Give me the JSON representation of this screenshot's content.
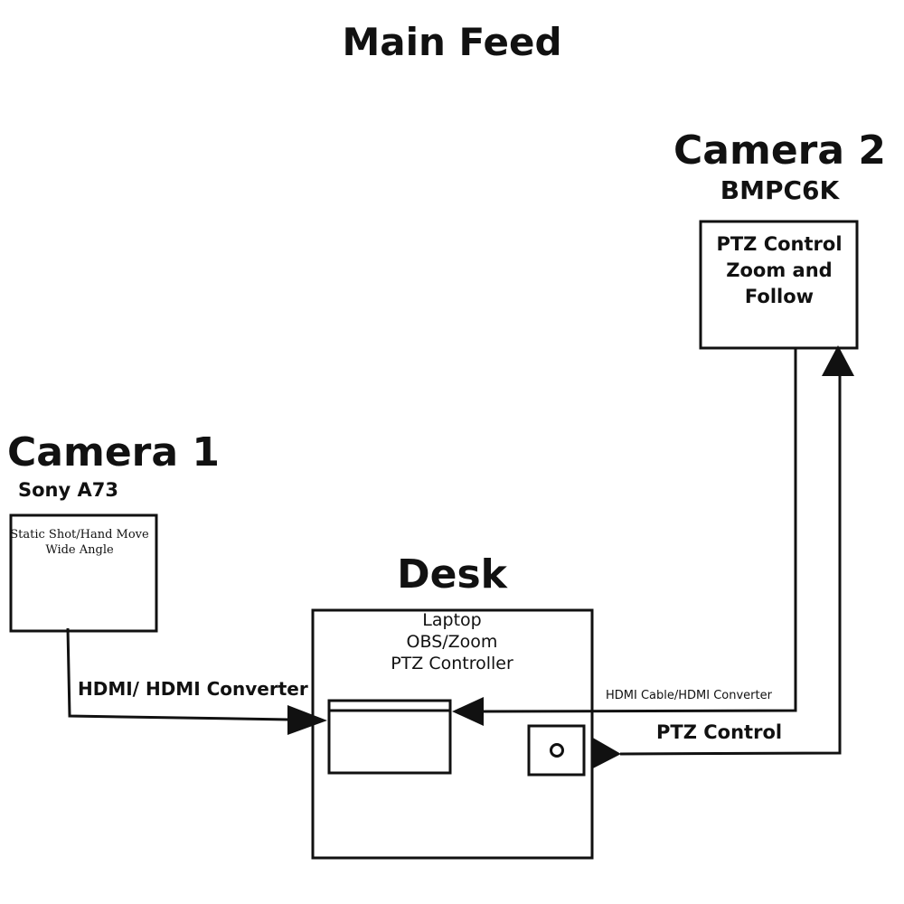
{
  "main_title": "Main Feed",
  "camera_2": {
    "title": "Camera 2",
    "model": "BMPC6K",
    "box_lines": [
      "PTZ Control",
      "Zoom and",
      "Follow"
    ]
  },
  "camera_1": {
    "title": "Camera 1",
    "model": "Sony A73",
    "box_lines": [
      "Static Shot/Hand Move",
      "Wide Angle"
    ]
  },
  "desk": {
    "title": "Desk",
    "box_lines": [
      "Laptop",
      "OBS/Zoom",
      "PTZ Controller"
    ]
  },
  "connections": {
    "camera1_to_laptop": "HDMI/ HDMI Converter",
    "camera2_to_laptop": "HDMI Cable/HDMI Converter",
    "controller_to_camera2": "PTZ Control"
  },
  "colors": {
    "stroke": "#111111",
    "background": "#ffffff"
  }
}
